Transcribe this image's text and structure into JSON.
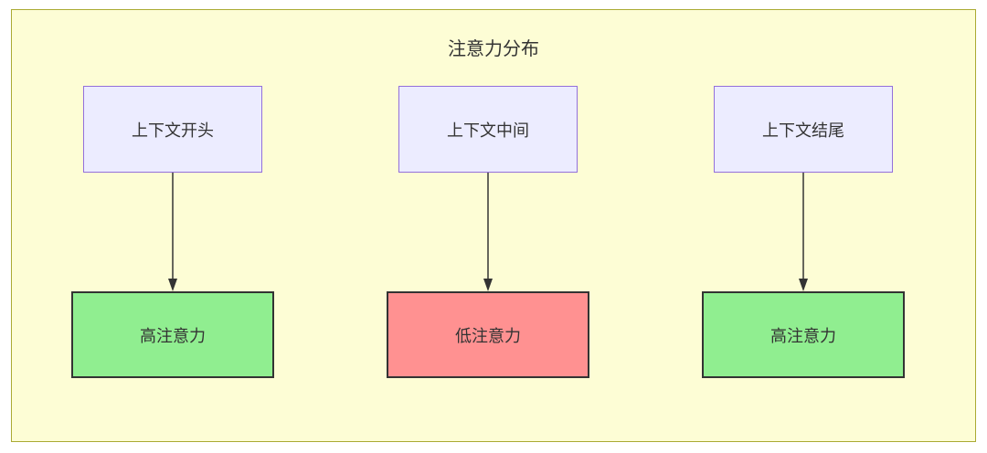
{
  "diagram": {
    "title": "注意力分布",
    "columns": [
      {
        "source": "上下文开头",
        "target": "高注意力",
        "target_type": "high"
      },
      {
        "source": "上下文中间",
        "target": "低注意力",
        "target_type": "low"
      },
      {
        "source": "上下文结尾",
        "target": "高注意力",
        "target_type": "high"
      }
    ],
    "colors": {
      "background": "#fdfdd5",
      "border": "#aaaa33",
      "source_fill": "#ECECFF",
      "source_border": "#9370DB",
      "high_fill": "#90EE90",
      "low_fill": "#ff9191",
      "target_border": "#333333",
      "edge": "#333333"
    }
  }
}
